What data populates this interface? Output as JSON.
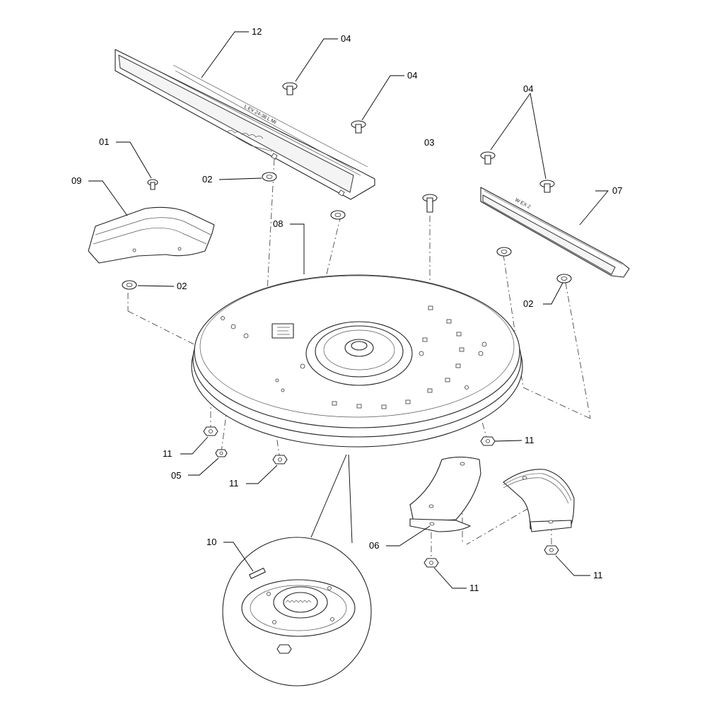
{
  "diagram": {
    "callouts": [
      {
        "id": "12",
        "label": "12"
      },
      {
        "id": "04a",
        "label": "04"
      },
      {
        "id": "04b",
        "label": "04"
      },
      {
        "id": "04c",
        "label": "04"
      },
      {
        "id": "01",
        "label": "01"
      },
      {
        "id": "09",
        "label": "09"
      },
      {
        "id": "02a",
        "label": "02"
      },
      {
        "id": "03",
        "label": "03"
      },
      {
        "id": "07",
        "label": "07"
      },
      {
        "id": "08",
        "label": "08"
      },
      {
        "id": "02b",
        "label": "02"
      },
      {
        "id": "02c",
        "label": "02"
      },
      {
        "id": "11a",
        "label": "11"
      },
      {
        "id": "05",
        "label": "05"
      },
      {
        "id": "11b",
        "label": "11"
      },
      {
        "id": "11c",
        "label": "11"
      },
      {
        "id": "06",
        "label": "06"
      },
      {
        "id": "11d",
        "label": "11"
      },
      {
        "id": "10",
        "label": "10"
      },
      {
        "id": "11e",
        "label": "11"
      }
    ],
    "stamps": {
      "knife_12": "L EV 24-38 L MI",
      "knife_07": "W  EX 2"
    }
  }
}
